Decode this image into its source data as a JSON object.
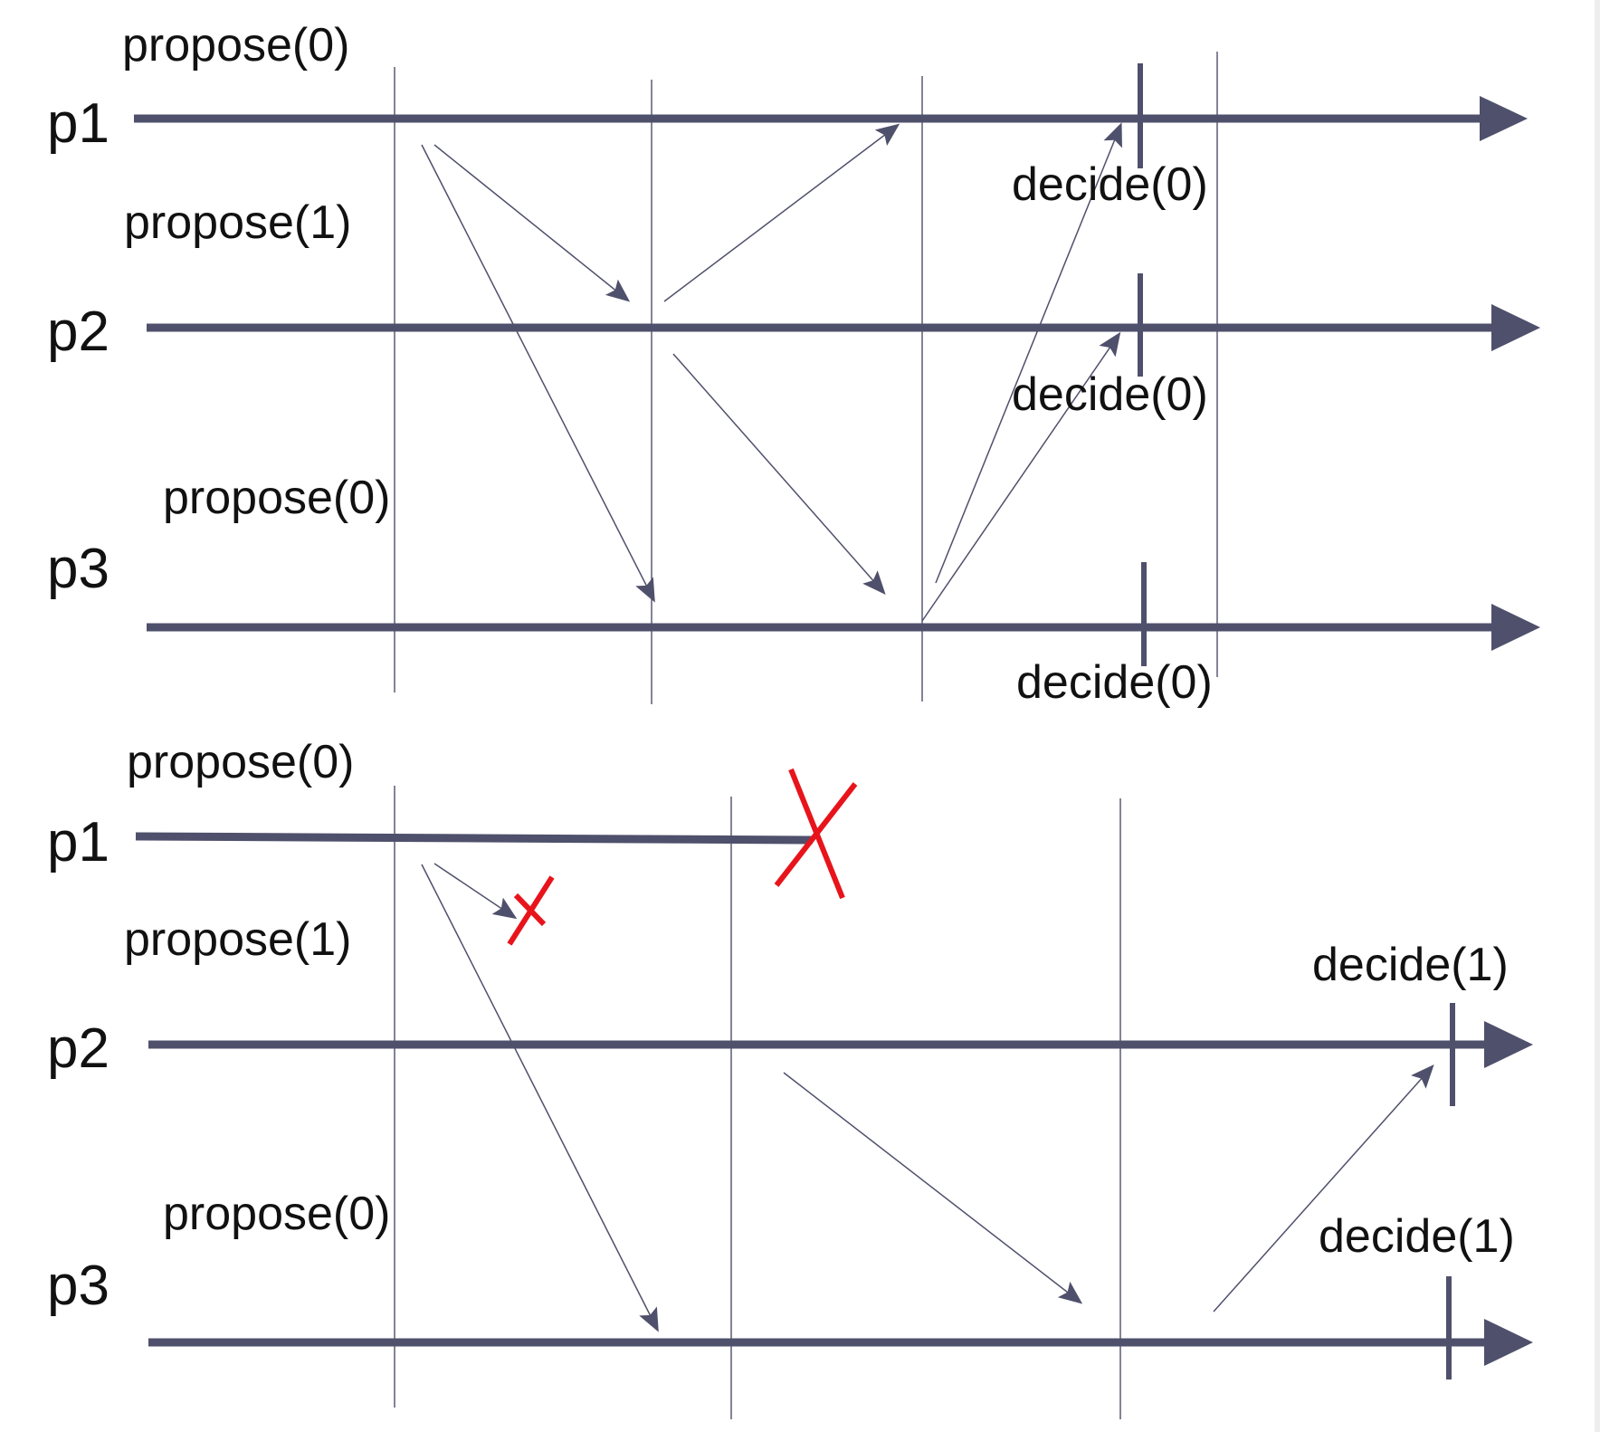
{
  "colors": {
    "line": "#4f506b",
    "thin": "#5a5b73",
    "crash": "#e8141b",
    "text": "#111111"
  },
  "top": {
    "process_labels": [
      "p1",
      "p2",
      "p3"
    ],
    "proposals": [
      "propose(0)",
      "propose(1)",
      "propose(0)"
    ],
    "decisions": [
      "decide(0)",
      "decide(0)",
      "decide(0)"
    ]
  },
  "bottom": {
    "process_labels": [
      "p1",
      "p2",
      "p3"
    ],
    "proposals": [
      "propose(0)",
      "propose(1)",
      "propose(0)"
    ],
    "decisions": [
      "decide(1)",
      "decide(1)"
    ]
  }
}
